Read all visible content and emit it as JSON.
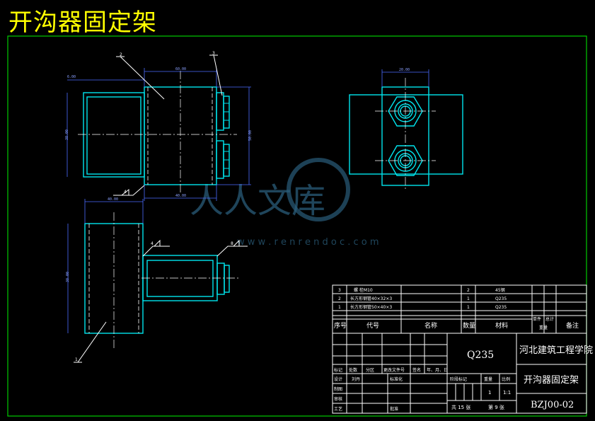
{
  "title": "开沟器固定架",
  "watermark": {
    "main": "人人文库",
    "url": "w w w . r e n r e n d o c . c o m"
  },
  "balloons": [
    "1",
    "2",
    "3"
  ],
  "weld_symbols": [
    "4",
    "4",
    "8"
  ],
  "dimensions": {
    "top_width": "60.00",
    "left_offset": "6.00",
    "height_left": "38.00",
    "height_right": "50.00",
    "bottom_width": "40.00",
    "side_width": "40.00",
    "side_height": "38.00",
    "bolt_width": "20.00"
  },
  "bom": {
    "rows": [
      {
        "no": "3",
        "code": "螺   栓M10",
        "qty": "2",
        "material": "45钢"
      },
      {
        "no": "2",
        "code": "长方形钢管40×32×3",
        "qty": "1",
        "material": "Q235"
      },
      {
        "no": "1",
        "code": "长方形钢管50×40×3",
        "qty": "1",
        "material": "Q235"
      }
    ],
    "headers": {
      "no": "序号",
      "code": "代号",
      "name": "名称",
      "qty": "数量",
      "material": "材料",
      "unit_weight": "单件",
      "total_weight": "总计",
      "weight": "重量",
      "note": "备注"
    }
  },
  "title_block": {
    "material": "Q235",
    "school": "河北建筑工程学院",
    "drawing_name": "开沟器固定架",
    "drawing_no": "BZJ00-02",
    "labels": {
      "mark": "标记",
      "count": "处数",
      "zone": "分区",
      "change_doc": "更改文件号",
      "sign": "签名",
      "date": "年、月、日",
      "design": "设计",
      "design_name": "刘丹",
      "standardize": "标准化",
      "draw": "制图",
      "review": "审核",
      "process": "工艺",
      "approve": "批准",
      "stage": "阶段标记",
      "weight": "重量",
      "scale": "比例"
    },
    "qty": "1",
    "scale": "1:1",
    "sheets_total": "共 15 张",
    "sheet_no": "第 9 张"
  }
}
